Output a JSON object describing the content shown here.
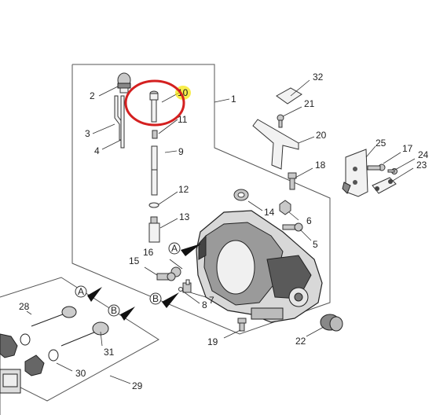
{
  "callouts": {
    "c1": "1",
    "c2": "2",
    "c3": "3",
    "c4": "4",
    "c5": "5",
    "c6": "6",
    "c7": "7",
    "c8": "8",
    "c9": "9",
    "c10": "10",
    "c11": "11",
    "c12": "12",
    "c13": "13",
    "c14": "14",
    "c15": "15",
    "c16": "16",
    "c17": "17",
    "c18": "18",
    "c19": "19",
    "c20": "20",
    "c21": "21",
    "c22": "22",
    "c23": "23",
    "c24": "24",
    "c25": "25",
    "c28": "28",
    "c29": "29",
    "c30": "30",
    "c31": "31",
    "c32": "32"
  },
  "markers": {
    "a": "A",
    "b": "B"
  },
  "highlight": {
    "circle_color": "#d42020",
    "glow_color": "#f5e600"
  }
}
